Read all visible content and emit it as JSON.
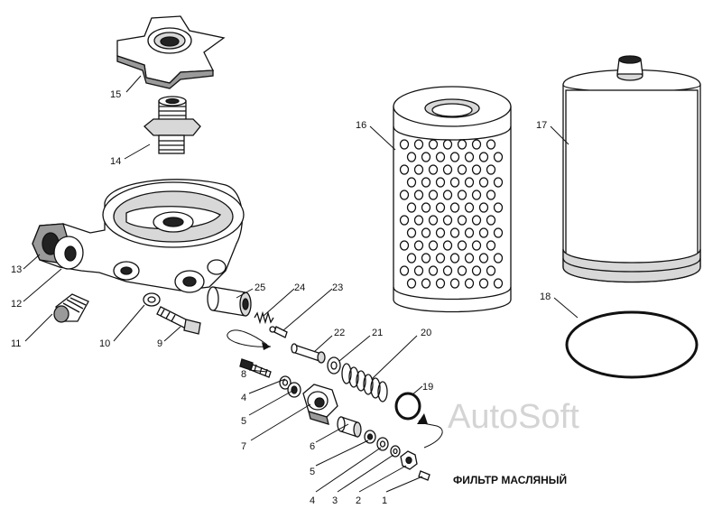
{
  "figure": {
    "caption": "ФИЛЬТР МАСЛЯНЫЙ",
    "watermark": "AutoSoft"
  },
  "callouts": {
    "c1": "1",
    "c2": "2",
    "c3": "3",
    "c4a": "4",
    "c4b": "4",
    "c5a": "5",
    "c5b": "5",
    "c6": "6",
    "c7": "7",
    "c8": "8",
    "c9": "9",
    "c10": "10",
    "c11": "11",
    "c12": "12",
    "c13": "13",
    "c14": "14",
    "c15": "15",
    "c16": "16",
    "c17": "17",
    "c18": "18",
    "c19": "19",
    "c20": "20",
    "c21": "21",
    "c22": "22",
    "c23": "23",
    "c24": "24",
    "c25": "25"
  },
  "colors": {
    "line": "#111111",
    "watermark": "#d4d4d4",
    "background": "#ffffff"
  }
}
